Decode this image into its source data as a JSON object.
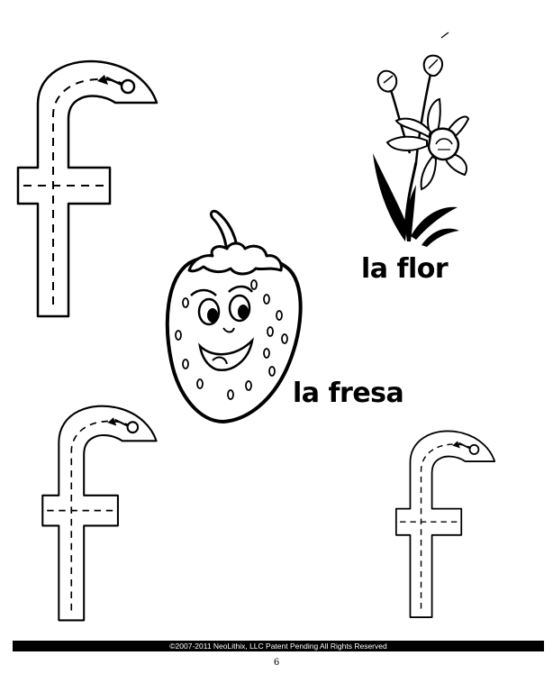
{
  "words": {
    "flower": "la flor",
    "strawberry": "la fresa"
  },
  "footer": {
    "copyright": "©2007-2011  NeoLithix, LLC  Patent Pending  All Rights Reserved"
  },
  "page_number": "6",
  "colors": {
    "ink": "#000000",
    "paper": "#ffffff"
  },
  "icons": [
    "letter-f-tracing",
    "flower-icon",
    "strawberry-icon"
  ]
}
